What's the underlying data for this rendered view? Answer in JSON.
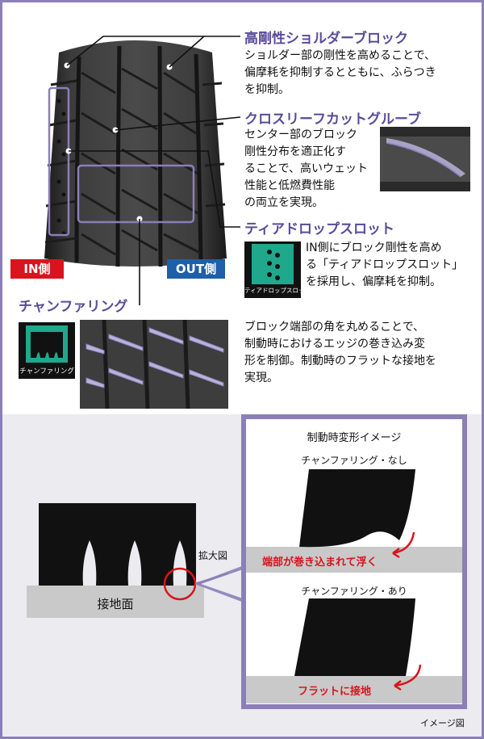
{
  "sections": {
    "shoulder": {
      "title": "高剛性ショルダーブロック",
      "lines": [
        "ショルダー部の剛性を高めることで、",
        "偏摩耗を抑制するとともに、ふらつき",
        "を抑制。"
      ]
    },
    "cross3": {
      "title": "クロスリーフカットグルーブ",
      "lines": [
        "センター部のブロック",
        "剛性分布を適正化す",
        "ることで、高いウェット",
        "性能と低燃費性能",
        "の両立を実現。"
      ]
    },
    "teardrop": {
      "title": "ティアドロップスロット",
      "icon_label": "ティアドロップスロット",
      "lines": [
        "IN側にブロック剛性を高め",
        "る「ティアドロップスロット」",
        "を採用し、偏摩耗を抑制。"
      ]
    },
    "chamfer": {
      "title": "チャンファリング",
      "icon_label": "チャンファリング",
      "lines": [
        "ブロック端部の角を丸めることで、",
        "制動時におけるエッジの巻き込み変",
        "形を制御。制動時のフラットな接地を",
        "実現。"
      ]
    }
  },
  "tire_labels": {
    "in_side": "IN側",
    "out_side": "OUT側"
  },
  "diagram": {
    "enlarged_label": "拡大図",
    "ground_label": "接地面",
    "inset_title": "制動時変形イメージ",
    "without_label": "チャンファリング・なし",
    "without_effect": "端部が巻き込まれて浮く",
    "with_label": "チャンファリング・あり",
    "with_effect": "フラットに接地",
    "image_note": "イメージ図"
  },
  "colors": {
    "accent": "#5a4b9a",
    "frame": "#8b7fb8",
    "in_red": "#d9141d",
    "out_blue": "#1f5fa8",
    "icon_green": "#1fa88c"
  }
}
